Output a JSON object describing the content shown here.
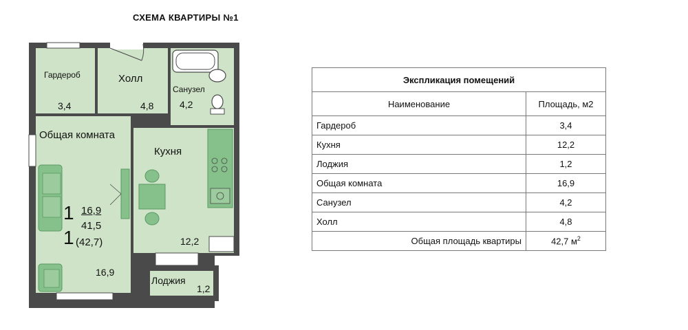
{
  "title": "СХЕМА КВАРТИРЫ №1",
  "plan": {
    "rooms": {
      "garderob": {
        "label": "Гардероб",
        "area": "3,4"
      },
      "holl": {
        "label": "Холл",
        "area": "4,8"
      },
      "sanuzel": {
        "label": "Санузел",
        "area": "4,2"
      },
      "obshaya": {
        "label": "Общая комната",
        "area": "16,9"
      },
      "kuhnya": {
        "label": "Кухня",
        "area": "12,2"
      },
      "lodzhiya": {
        "label": "Лоджия",
        "area": "1,2"
      }
    },
    "code": {
      "rooms": "1",
      "living": "16,9",
      "total": "41,5",
      "type": "1",
      "total_with_balcony": "(42,7)"
    }
  },
  "table": {
    "caption": "Экспликация помещений",
    "headers": {
      "name": "Наименование",
      "area": "Площадь, м2"
    },
    "rows": [
      {
        "name": "Гардероб",
        "area": "3,4"
      },
      {
        "name": "Кухня",
        "area": "12,2"
      },
      {
        "name": "Лоджия",
        "area": "1,2"
      },
      {
        "name": "Общая комната",
        "area": "16,9"
      },
      {
        "name": "Санузел",
        "area": "4,2"
      },
      {
        "name": "Холл",
        "area": "4,8"
      }
    ],
    "total": {
      "name": "Общая площадь квартиры",
      "area": "42,7 м",
      "unit_sup": "2"
    }
  },
  "colors": {
    "room_fill": "#cfe3c8",
    "wall": "#4a4a4a",
    "furniture": "#86c08a",
    "furniture_dark": "#5a9a62"
  }
}
